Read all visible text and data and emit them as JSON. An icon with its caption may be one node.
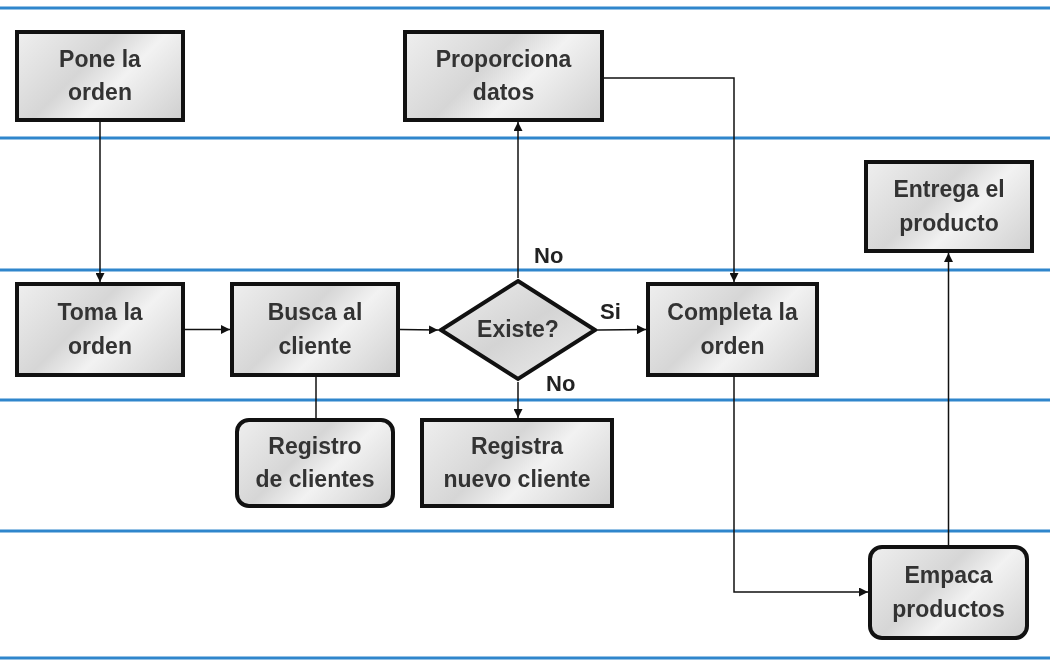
{
  "diagram": {
    "nodes": [
      {
        "text": [
          "Pone la orden"
        ]
      },
      {
        "text": [
          "Proporciona datos"
        ]
      },
      {
        "text": [
          "Entrega el producto"
        ]
      },
      {
        "text": [
          "Toma la orden"
        ]
      },
      {
        "text": [
          "Busca al cliente"
        ]
      },
      {
        "text": [
          "Existe?"
        ]
      },
      {
        "text": [
          "Completa la orden"
        ]
      },
      {
        "text": [
          "Registro de clientes"
        ]
      },
      {
        "text": [
          "Registra nuevo cliente"
        ]
      },
      {
        "text": [
          "Empaca productos"
        ]
      }
    ],
    "edges": [
      {
        "from": 0,
        "to": 3,
        "arrow": "to"
      },
      {
        "from": 3,
        "to": 4,
        "arrow": "to"
      },
      {
        "from": 4,
        "to": 5,
        "arrow": "to"
      },
      {
        "from": 5,
        "to": 6,
        "arrow": "to",
        "label": "Si"
      },
      {
        "from": 5,
        "to": 1,
        "arrow": "to",
        "label": "No"
      },
      {
        "from": 5,
        "to": 8,
        "arrow": "to",
        "label": "No"
      },
      {
        "from": 1,
        "to": 6,
        "arrow": "to"
      },
      {
        "from": 4,
        "to": 7,
        "arrow": "none"
      },
      {
        "from": 6,
        "to": 9,
        "arrow": "to"
      },
      {
        "from": 9,
        "to": 2,
        "arrow": "to"
      }
    ]
  }
}
